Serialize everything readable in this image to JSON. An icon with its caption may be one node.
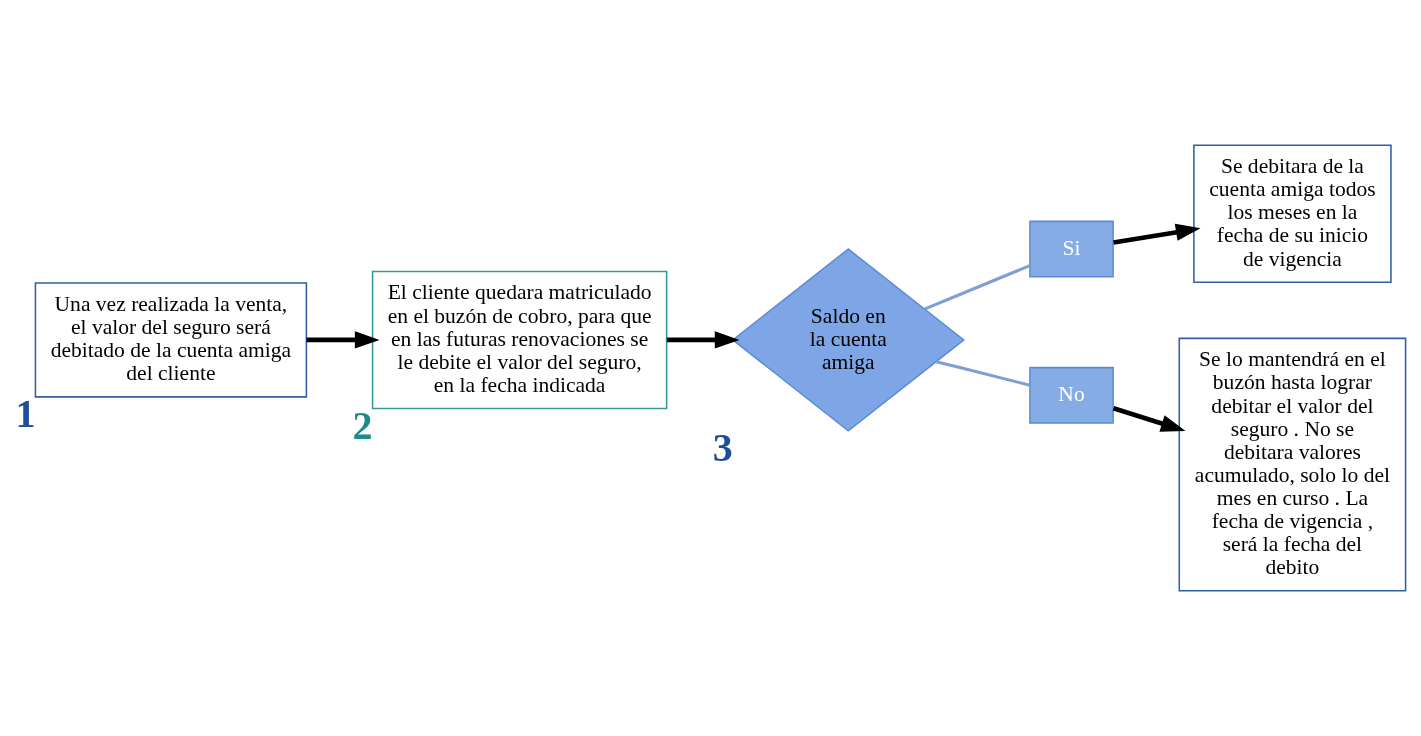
{
  "diagram": {
    "nodes": [
      {
        "text": [
          "Una vez realizada la venta, el valor del seguro será debitado de la cuenta amiga del cliente"
        ],
        "beside": [
          "1"
        ]
      },
      {
        "text": [
          "El cliente quedara matriculado en el buzón de cobro, para que en las futuras renovaciones se le debite el valor del seguro, en la fecha indicada"
        ],
        "beside": [
          "2"
        ]
      },
      {
        "text": [
          "Saldo en la cuenta amiga"
        ],
        "beside": [
          "3"
        ]
      },
      {
        "text": [
          "Si"
        ]
      },
      {
        "text": [
          "Se debitara de la cuenta amiga todos los meses en la fecha de su inicio de vigencia"
        ]
      },
      {
        "text": [
          "No"
        ]
      },
      {
        "text": [
          "Se lo mantendrá en el buzón hasta lograr debitar el valor del seguro . No se debitara valores acumulado, solo lo del mes en curso . La fecha de vigencia , será la fecha del debito"
        ]
      }
    ],
    "edges": [
      {
        "from": 0,
        "to": 1,
        "arrow": "to"
      },
      {
        "from": 1,
        "to": 2,
        "arrow": "to"
      },
      {
        "from": 2,
        "to": 3,
        "arrow": "none",
        "color": "#7f9fd4"
      },
      {
        "from": 3,
        "to": 4,
        "arrow": "to"
      },
      {
        "from": 2,
        "to": 5,
        "arrow": "none",
        "color": "#7f9fd4"
      },
      {
        "from": 5,
        "to": 6,
        "arrow": "to"
      }
    ]
  }
}
